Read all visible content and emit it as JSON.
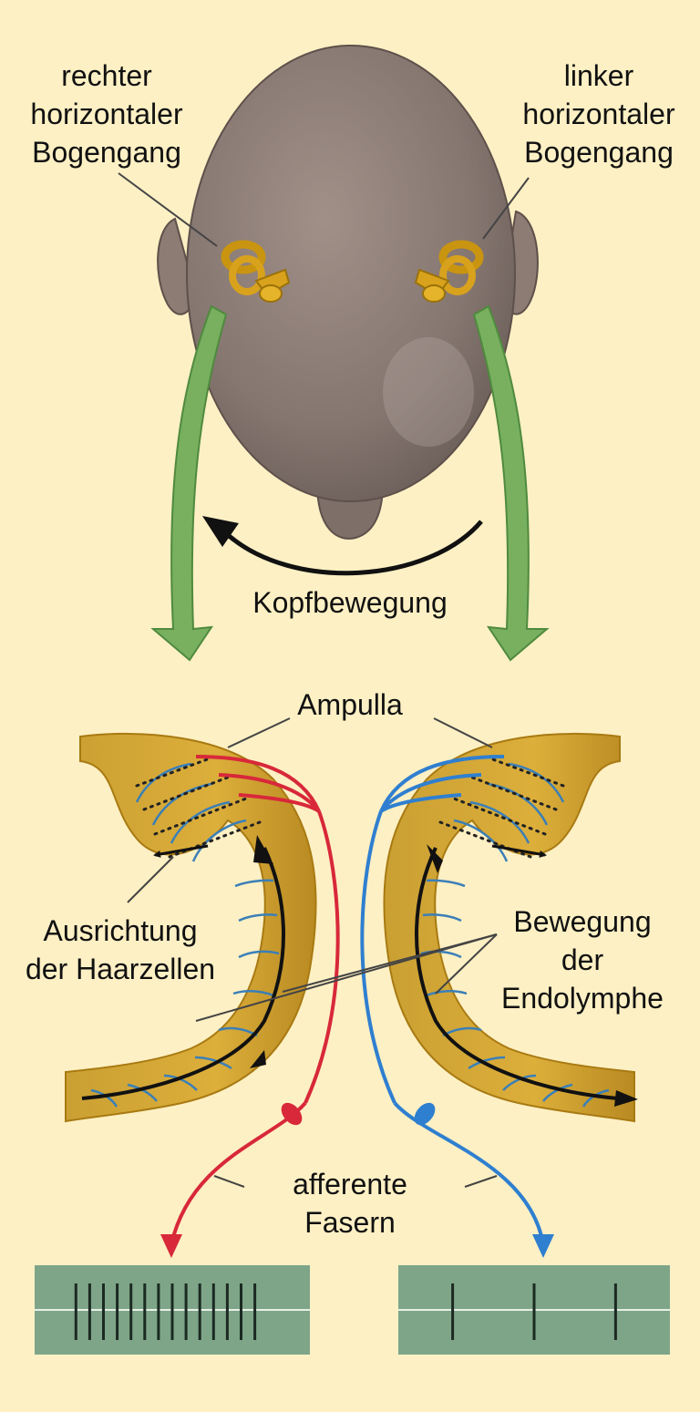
{
  "labels": {
    "right_canal": [
      "rechter",
      "horizontaler",
      "Bogengang"
    ],
    "left_canal": [
      "linker",
      "horizontaler",
      "Bogengang"
    ],
    "head_motion": "Kopfbewegung",
    "ampulla": "Ampulla",
    "hair_cells": [
      "Ausrichtung",
      "der Haarzellen"
    ],
    "endolymph": [
      "Bewegung",
      "der",
      "Endolymphe"
    ],
    "afferent": [
      "afferente",
      "Fasern"
    ]
  },
  "icons": {
    "head": "head-top-view-icon",
    "inner_ear": "inner-ear-icon",
    "canal": "semicircular-canal-icon",
    "arrow": "arrow-icon"
  },
  "colors": {
    "background": "#fdf0c4",
    "head": "#8a7a72",
    "ear_gold": "#d9a21c",
    "canal": "#d4a52e",
    "canal_edge": "#b8860b",
    "hair_cell": "#3a7fb8",
    "green_arrow": "#78b060",
    "red_nerve": "#d8283a",
    "blue_nerve": "#2f7fd0",
    "recording": "#7ea588"
  },
  "recordings": {
    "left_spike_fraction": [
      0.15,
      0.2,
      0.25,
      0.3,
      0.35,
      0.4,
      0.45,
      0.5,
      0.55,
      0.6,
      0.65,
      0.7,
      0.75,
      0.8
    ],
    "right_spike_fraction": [
      0.2,
      0.5,
      0.8
    ]
  }
}
